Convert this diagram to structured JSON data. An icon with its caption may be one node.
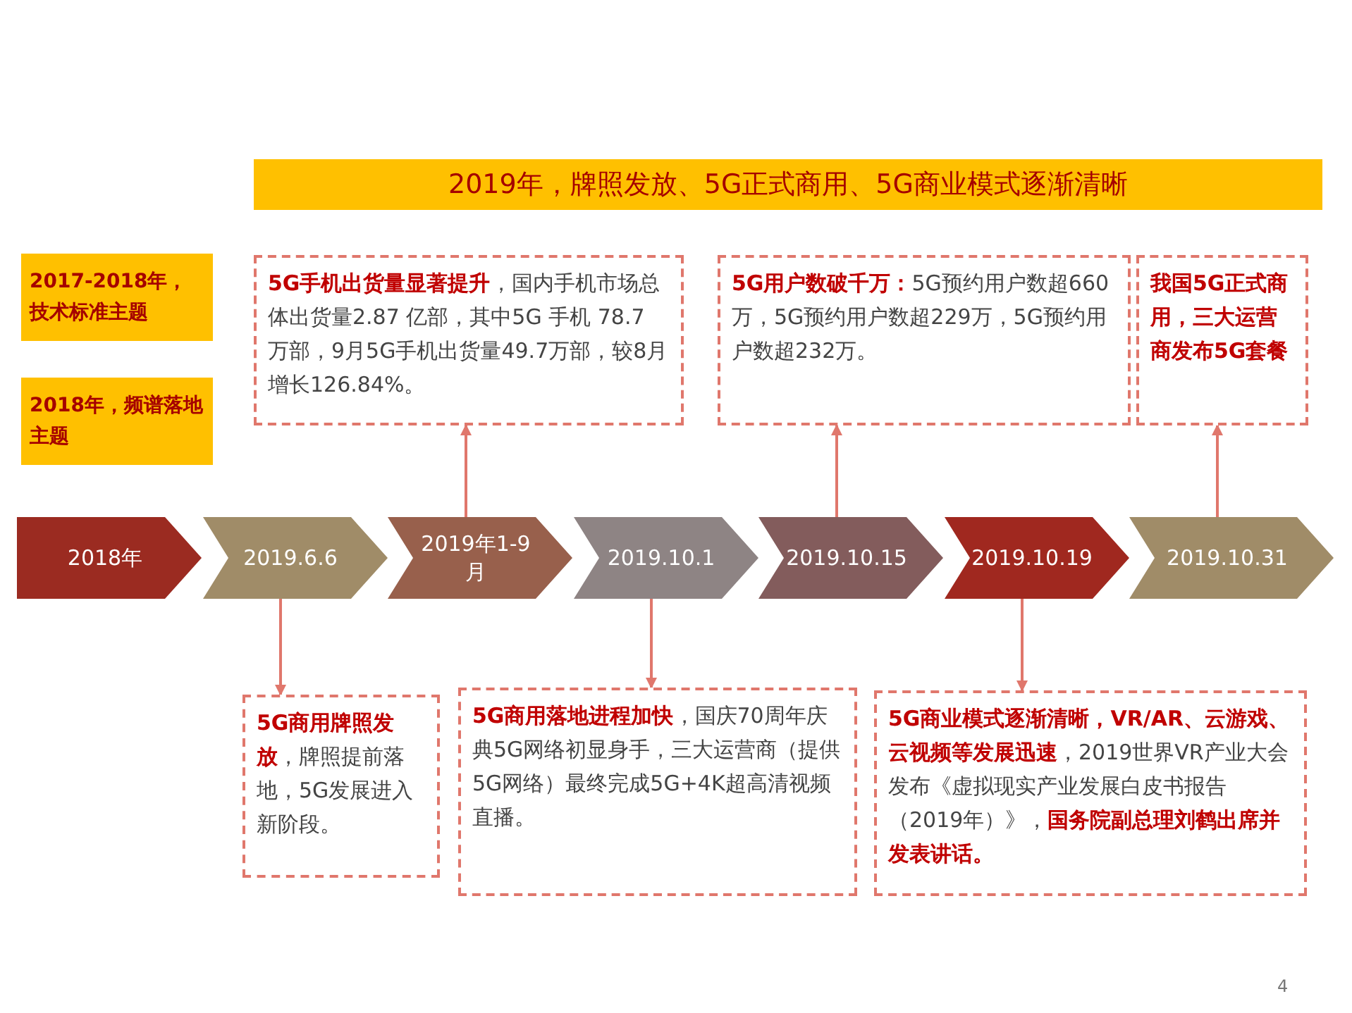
{
  "diagram": {
    "nodes": [
      {
        "text": [
          "2019年，牌照发放、5G正式商用、5G商业模式逐渐清晰"
        ]
      },
      {
        "text": [
          "2017-2018年，技术标准主题"
        ]
      },
      {
        "text": [
          "2018年，频谱落地主题"
        ]
      },
      {
        "text": [
          "2018年"
        ]
      },
      {
        "text": [
          "2019.6.6"
        ]
      },
      {
        "text": [
          "2019年1-9月"
        ]
      },
      {
        "text": [
          "2019.10.1"
        ]
      },
      {
        "text": [
          "2019.10.15"
        ]
      },
      {
        "text": [
          "2019.10.19"
        ]
      },
      {
        "text": [
          "2019.10.31"
        ]
      },
      {
        "text": [
          "**5G手机出货量显著提升**，国内手机市场总体出货量2.87 亿部，其中5G 手机 78.7 万部，9月5G手机出货量49.7万部，较8月增长126.84%。"
        ]
      },
      {
        "text": [
          "**5G用户数破千万：**5G预约用户数超660万，5G预约用户数超229万，5G预约用户数超232万。"
        ]
      },
      {
        "text": [
          "我国5G正式商用，三大运营商发布5G套餐"
        ]
      },
      {
        "text": [
          "**5G商用牌照发放**，牌照提前落地，5G发展进入新阶段。"
        ]
      },
      {
        "text": [
          "**5G商用落地进程加快**，国庆70周年庆典5G网络初显身手，三大运营商（提供5G网络）最终完成5G+4K超高清视频直播。"
        ]
      },
      {
        "text": [
          "**5G商业模式逐渐清晰，VR/AR、云游戏、云视频等发展迅速**，2019世界VR产业大会发布《虚拟现实产业发展白皮书报告（2019年）》，**国务院副总理刘鹤出席并发表讲话。**"
        ]
      }
    ],
    "edges": [
      {
        "from": 4,
        "to": 13,
        "arrow": "to"
      },
      {
        "from": 5,
        "to": 10,
        "arrow": "to"
      },
      {
        "from": 6,
        "to": 14,
        "arrow": "to"
      },
      {
        "from": 7,
        "to": 11,
        "arrow": "to"
      },
      {
        "from": 8,
        "to": 15,
        "arrow": "to"
      },
      {
        "from": 9,
        "to": 12,
        "arrow": "to"
      }
    ],
    "labels": [
      "4"
    ]
  }
}
